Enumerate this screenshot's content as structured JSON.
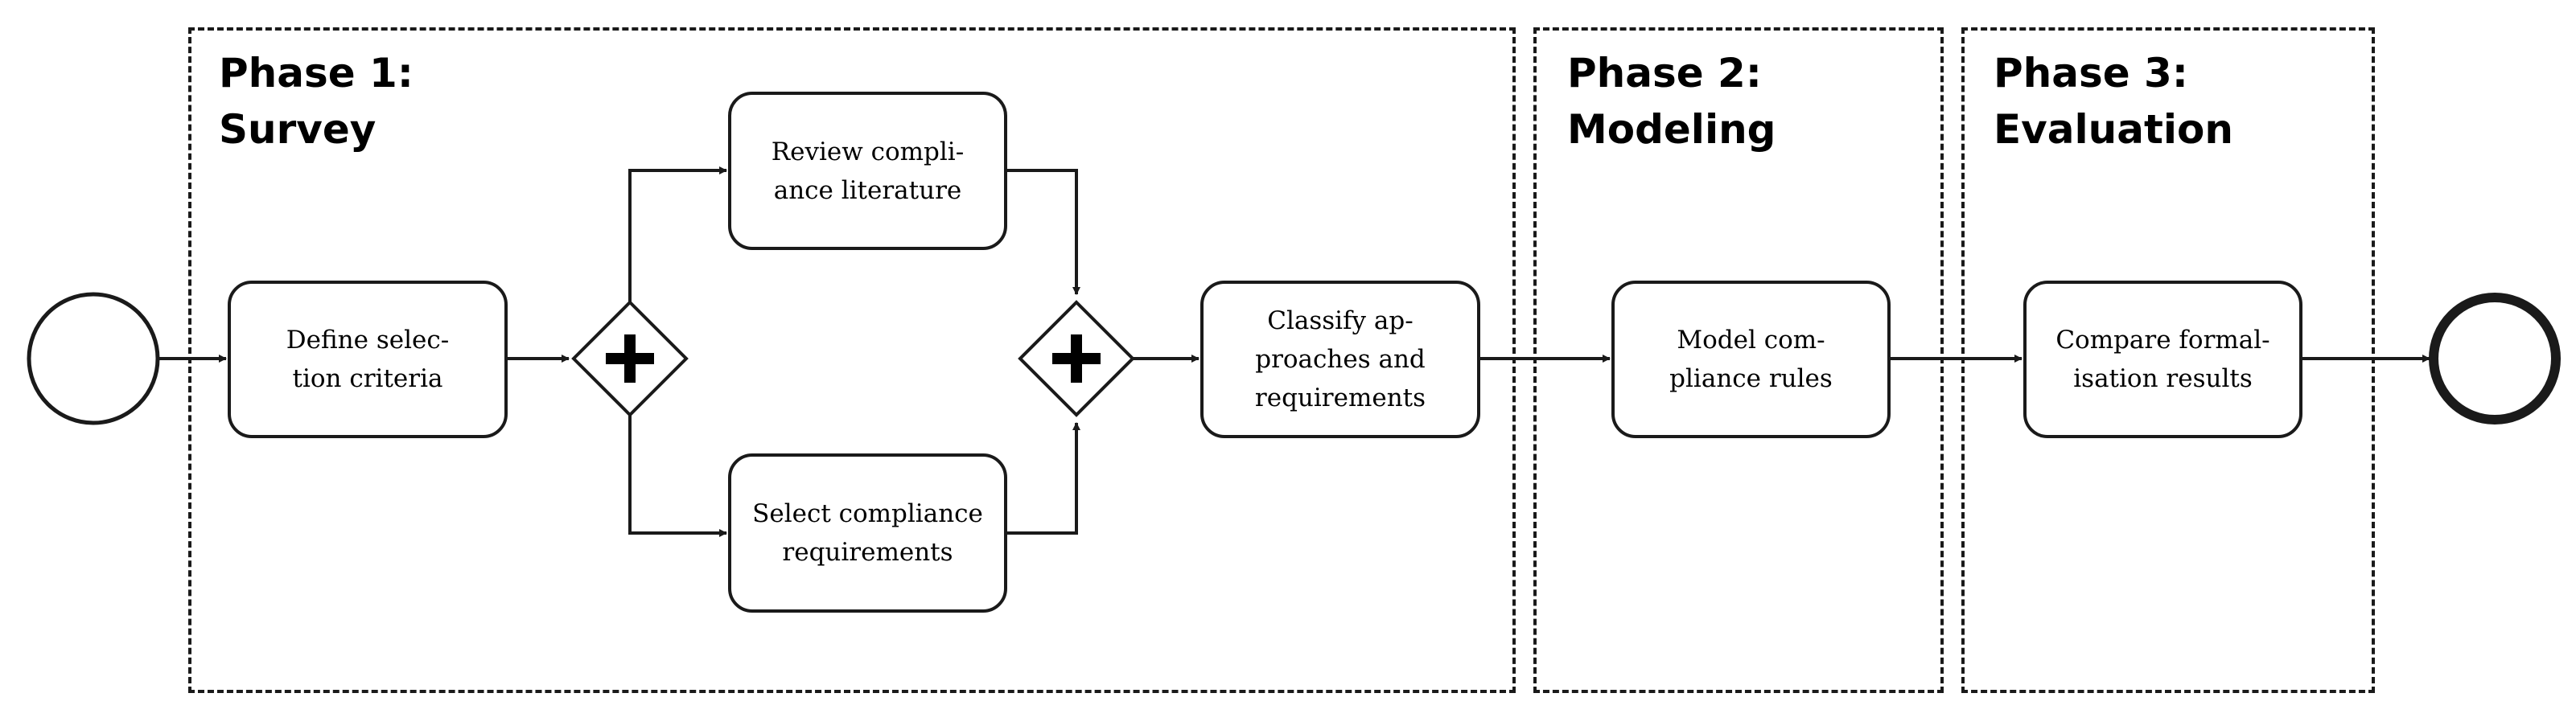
{
  "phases": [
    {
      "title": "Phase 1:\nSurvey"
    },
    {
      "title": "Phase 2:\nModeling"
    },
    {
      "title": "Phase 3:\nEvaluation"
    }
  ],
  "tasks": {
    "define": {
      "label": "Define selec-\ntion criteria"
    },
    "review": {
      "label": "Review compli-\nance literature"
    },
    "select": {
      "label": "Select compliance\nrequirements"
    },
    "classify": {
      "label": "Classify ap-\nproaches and\nrequirements"
    },
    "model": {
      "label": "Model com-\npliance rules"
    },
    "compare": {
      "label": "Compare formal-\nisation results"
    }
  },
  "events": {
    "start": {
      "kind": "start-event"
    },
    "end": {
      "kind": "end-event"
    }
  },
  "gateways": {
    "split": {
      "kind": "parallel-gateway"
    },
    "join": {
      "kind": "parallel-gateway"
    }
  },
  "colors": {
    "stroke": "#1a1a1a",
    "background": "#ffffff",
    "text": "#000000"
  }
}
